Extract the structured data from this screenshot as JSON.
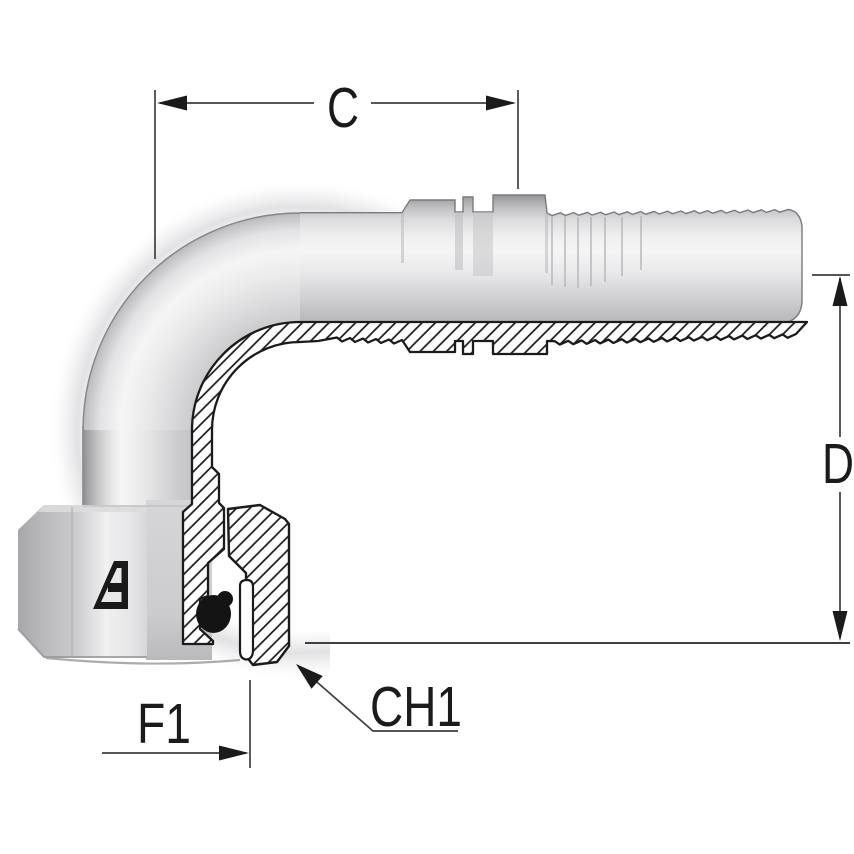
{
  "drawing": {
    "subject": "90-degree elbow hydraulic hose-tail fitting, half-section technical drawing",
    "background_color": "#ffffff",
    "outline_color": "#1b1b1b",
    "dimension_line_color": "#3f3f41",
    "metal_light": "#f5f5f6",
    "metal_mid": "#cfcfd2",
    "metal_dark": "#8d8d91",
    "oring_color": "#141414",
    "labels": {
      "dim_c": "C",
      "dim_d": "D",
      "dim_f1": "F1",
      "dim_ch1": "CH1"
    },
    "icons": {
      "manufacturer_logo": "stylized-A-triangle-mark"
    }
  }
}
